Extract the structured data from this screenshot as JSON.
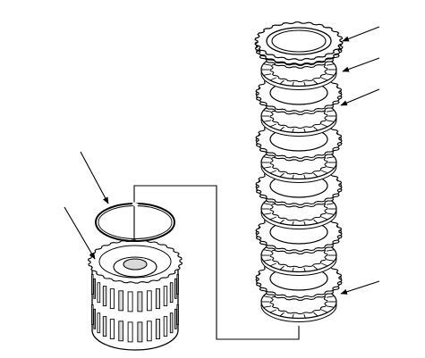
{
  "diagram": {
    "kind": "exploded-view line drawing",
    "parts": [
      {
        "name": "snap-ring"
      },
      {
        "name": "clutch-drum-assembly"
      },
      {
        "name": "clutch-pack"
      },
      {
        "name": "pressure-plate"
      }
    ],
    "clutch_pack": {
      "friction_plate_count": 6,
      "steel_plate_count": 6
    },
    "callout_count": 6,
    "colors": {
      "line": "#000000",
      "fill": "#ffffff",
      "shade": "#d9d9d9"
    }
  }
}
